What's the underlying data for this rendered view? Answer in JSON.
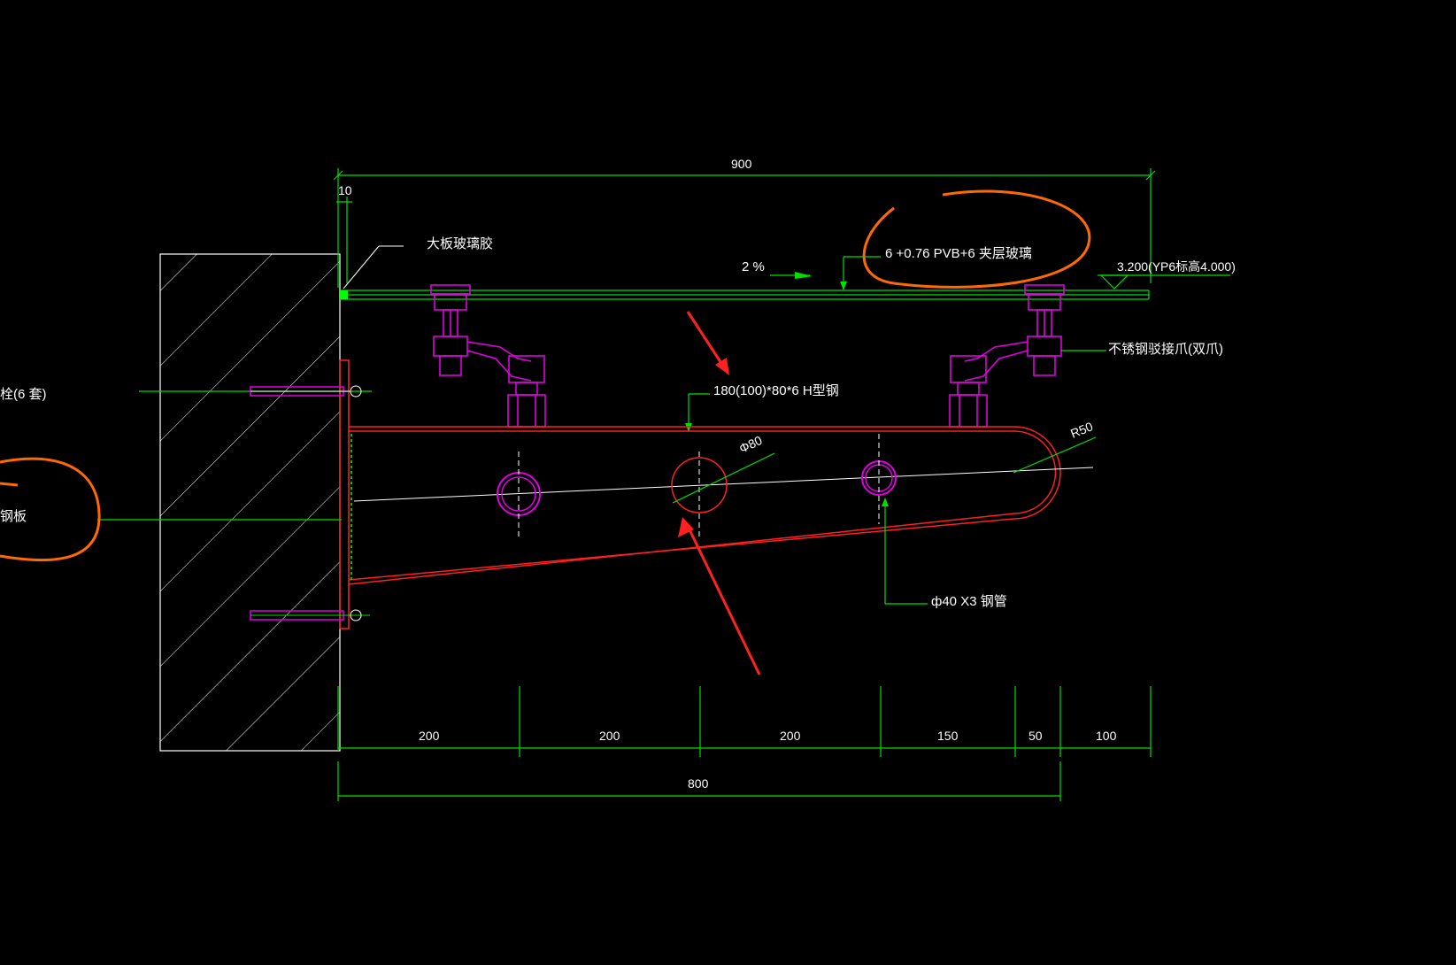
{
  "drawing": {
    "labels": {
      "glass_sealant": "大板玻璃胶",
      "glass_spec": "6 +0.76 PVB+6 夹层玻璃",
      "slope": "2 %",
      "elevation": "3.200(YP6标高4.000)",
      "spider_fitting": "不锈钢驳接爪(双爪)",
      "h_beam": "180(100)*80*6 H型钢",
      "pipe": "ф40 X3 钢管",
      "hole_dia": "Φ80",
      "radius": "R50",
      "anchor_bolt_partial": "栓(6 套)",
      "embed_plate_partial": "钢板"
    },
    "dimensions": {
      "top_total": "900",
      "top_gap": "10",
      "bottom_segments": [
        "200",
        "200",
        "200",
        "150",
        "50",
        "100"
      ],
      "bottom_total": "800"
    },
    "colors": {
      "background": "#000000",
      "dimension": "#00e000",
      "steel": "#ff2020",
      "fitting": "#e000e0",
      "markup": "#ff6a00",
      "arrow": "#ff2020"
    }
  }
}
